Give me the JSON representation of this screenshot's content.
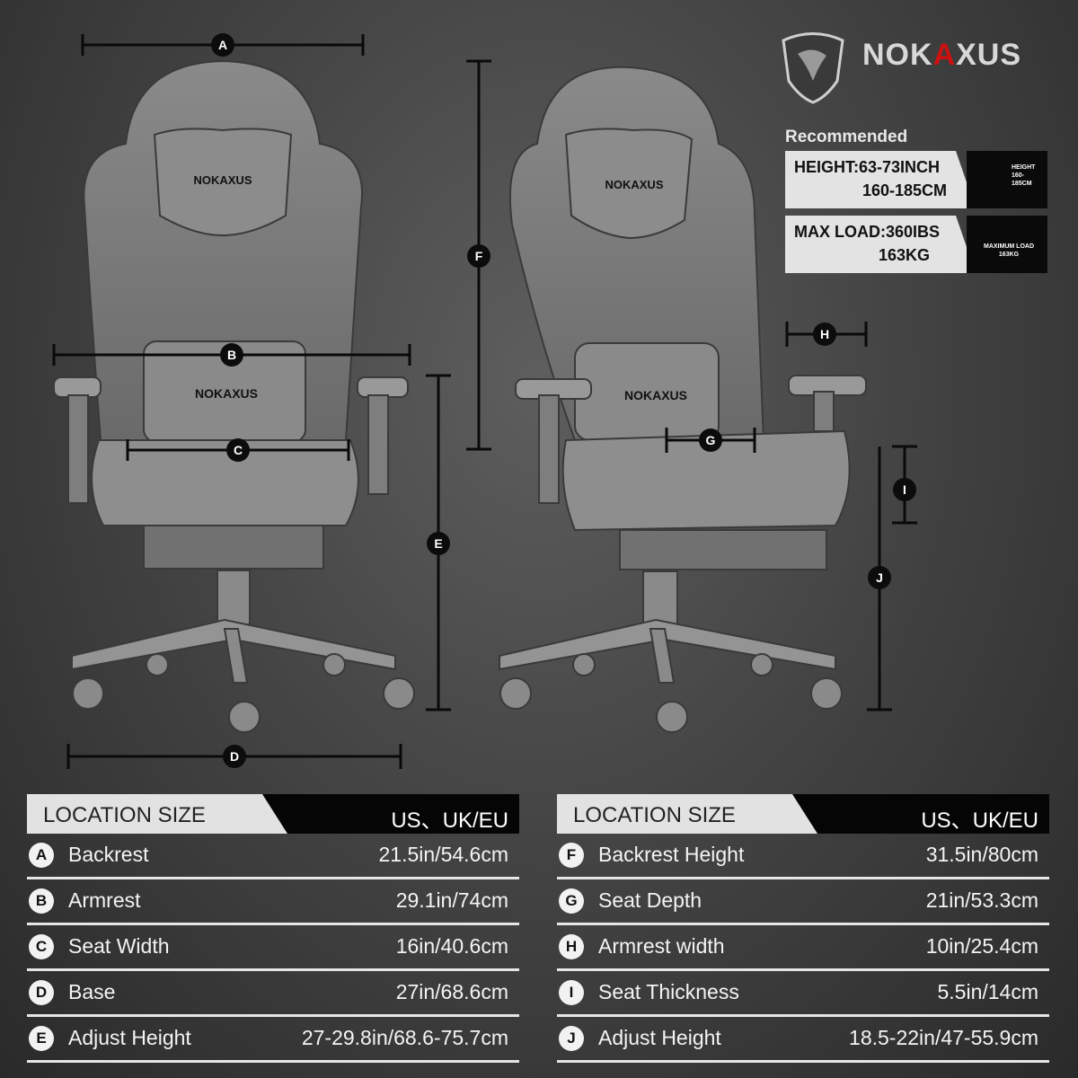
{
  "brand": {
    "prefix": "NOK",
    "accent": "A",
    "suffix": "XUS",
    "colors": {
      "accent": "#c11111",
      "text": "#d8d8d8"
    }
  },
  "chair_logos": [
    "NOKAXUS",
    "NOKAXUS",
    "NOKAXUS",
    "NOKAXUS"
  ],
  "labels": {
    "A": "A",
    "B": "B",
    "C": "C",
    "D": "D",
    "E": "E",
    "F": "F",
    "G": "G",
    "H": "H",
    "I": "I",
    "J": "J"
  },
  "recommended": {
    "title": "Recommended",
    "height": {
      "line1": "HEIGHT:63-73INCH",
      "line2": "160-185CM",
      "icon": "person-height-icon",
      "caption": "HEIGHT 160-185CM"
    },
    "load": {
      "line1": "MAX LOAD:360IBS",
      "line2": "163KG",
      "icon": "weight-icon",
      "caption": "MAXIMUM LOAD 163KG"
    }
  },
  "tables": [
    {
      "header_left": "LOCATION SIZE",
      "header_right": "US、UK/EU",
      "rows": [
        {
          "key": "A",
          "name": "Backrest",
          "value": "21.5in/54.6cm"
        },
        {
          "key": "B",
          "name": "Armrest",
          "value": "29.1in/74cm"
        },
        {
          "key": "C",
          "name": "Seat Width",
          "value": "16in/40.6cm"
        },
        {
          "key": "D",
          "name": "Base",
          "value": "27in/68.6cm"
        },
        {
          "key": "E",
          "name": "Adjust Height",
          "value": "27-29.8in/68.6-75.7cm"
        }
      ]
    },
    {
      "header_left": "LOCATION SIZE",
      "header_right": "US、UK/EU",
      "rows": [
        {
          "key": "F",
          "name": "Backrest Height",
          "value": "31.5in/80cm"
        },
        {
          "key": "G",
          "name": "Seat Depth",
          "value": "21in/53.3cm"
        },
        {
          "key": "H",
          "name": "Armrest width",
          "value": "10in/25.4cm"
        },
        {
          "key": "I",
          "name": "Seat Thickness",
          "value": "5.5in/14cm"
        },
        {
          "key": "J",
          "name": "Adjust Height",
          "value": "18.5-22in/47-55.9cm"
        }
      ]
    }
  ]
}
